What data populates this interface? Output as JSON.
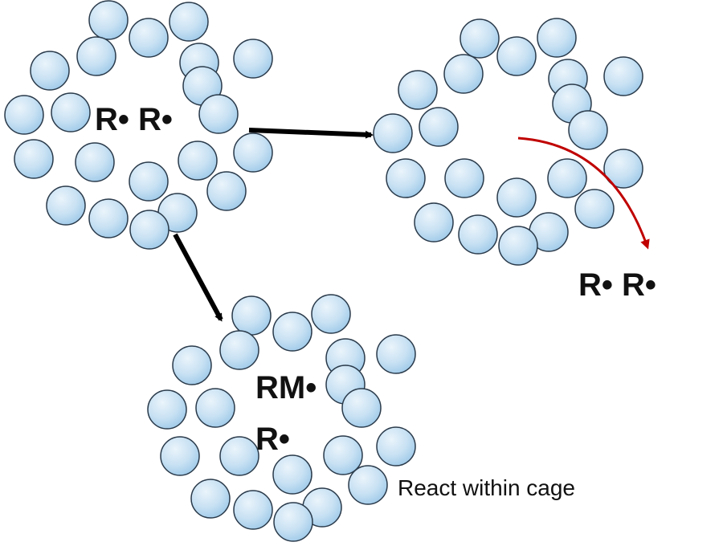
{
  "diagram": {
    "labels": {
      "start_radicals": "R• R•",
      "escaped_radicals": "R• R•",
      "cage_radical_1": "RM•",
      "cage_radical_2": "R•",
      "cage_caption": "React within cage"
    },
    "colors": {
      "molecule_fill_light": "#eaf4fb",
      "molecule_fill_dark": "#9cc8e8",
      "molecule_stroke": "#2a3a4a",
      "arrow_black": "#000000",
      "arrow_red": "#c00000",
      "text": "#111111"
    }
  }
}
